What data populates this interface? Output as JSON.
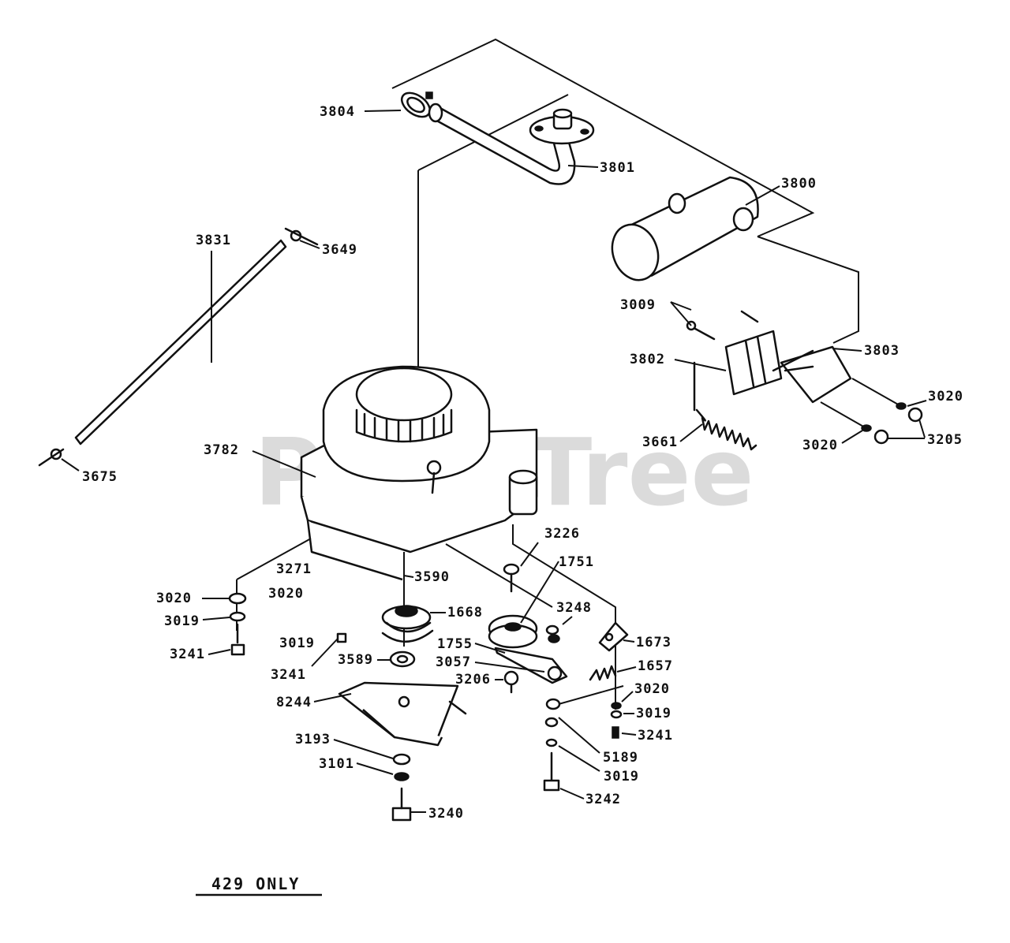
{
  "watermark": "PartsTree",
  "note": "429 ONLY",
  "parts": {
    "p3804": "3804",
    "p3801": "3801",
    "p3800": "3800",
    "p3831": "3831",
    "p3649": "3649",
    "p3009": "3009",
    "p3802": "3802",
    "p3803": "3803",
    "p3020a": "3020",
    "p3205": "3205",
    "p3020b": "3020",
    "p3661": "3661",
    "p3675": "3675",
    "p3782": "3782",
    "p3226": "3226",
    "p1751": "1751",
    "p3271": "3271",
    "p3020c": "3020",
    "p3590": "3590",
    "p3020d": "3020",
    "p1668": "1668",
    "p3248": "3248",
    "p3019a": "3019",
    "p3019b": "3019",
    "p1673": "1673",
    "p1755": "1755",
    "p3241a": "3241",
    "p3241b": "3241",
    "p3589": "3589",
    "p3057": "3057",
    "p1657": "1657",
    "p3206": "3206",
    "p3020e": "3020",
    "p8244": "8244",
    "p3019c": "3019",
    "p3241c": "3241",
    "p3193": "3193",
    "p5189": "5189",
    "p3101": "3101",
    "p3019d": "3019",
    "p3240": "3240",
    "p3242": "3242"
  }
}
